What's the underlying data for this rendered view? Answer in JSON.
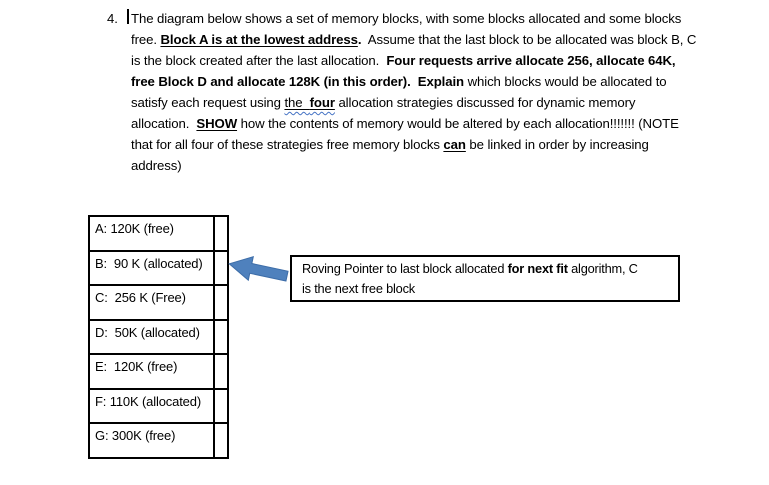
{
  "colors": {
    "background": "#ffffff",
    "text": "#000000",
    "border": "#000000",
    "arrow_fill": "#4F81BD",
    "arrow_stroke": "#3d6da8",
    "squiggle": "#4472C4"
  },
  "question": {
    "number": "4.",
    "lines": [
      {
        "segments": [
          {
            "t": "The diagram below shows a set of memory blocks, with some blocks allocated and some blocks"
          }
        ]
      },
      {
        "segments": [
          {
            "t": "free. "
          },
          {
            "t": "Block A is at the lowest address",
            "b": 1,
            "u": 1
          },
          {
            "t": ".",
            "b": 1
          },
          {
            "t": "  Assume that the last block to be allocated was block B, C"
          }
        ]
      },
      {
        "segments": [
          {
            "t": "is the block created after the last allocation.  "
          },
          {
            "t": "Four requests arrive allocate 256, allocate 64K,",
            "b": 1
          }
        ]
      },
      {
        "segments": [
          {
            "t": "free Block D and allocate 128K (in this order).",
            "b": 1
          },
          {
            "t": "  "
          },
          {
            "t": "Explain",
            "b": 1
          },
          {
            "t": " which blocks would be allocated to"
          }
        ]
      },
      {
        "segments": [
          {
            "t": "satisfy each request using "
          },
          {
            "t": "the  ",
            "u": 1,
            "w": 1
          },
          {
            "t": "four",
            "b": 1,
            "u": 1,
            "w": 1
          },
          {
            "t": " allocation strategies discussed for dynamic memory"
          }
        ]
      },
      {
        "segments": [
          {
            "t": "allocation.  "
          },
          {
            "t": "SHOW",
            "b": 1,
            "u": 1
          },
          {
            "t": " how the contents of memory would be altered by each allocation!!!!!!! (NOTE"
          }
        ]
      },
      {
        "segments": [
          {
            "t": "that for all four of these strategies free memory blocks "
          },
          {
            "t": "can",
            "b": 1,
            "u": 1
          },
          {
            "t": " be linked in order by increasing"
          }
        ]
      },
      {
        "segments": [
          {
            "t": "address)"
          }
        ]
      }
    ]
  },
  "memory_table": {
    "rows": [
      {
        "label": "A: 120K (free)"
      },
      {
        "label": "B:  90 K (allocated)"
      },
      {
        "label": "C:  256 K (Free)"
      },
      {
        "label": "D:  50K (allocated)"
      },
      {
        "label": "E:  120K (free)"
      },
      {
        "label": "F: 110K (allocated)"
      },
      {
        "label": "G: 300K (free)"
      }
    ]
  },
  "arrow": {
    "icon": "left-block-arrow",
    "points_to": "B:  90 K (allocated)"
  },
  "callout": {
    "lines": [
      {
        "segments": [
          {
            "t": "Roving Pointer to last block allocated "
          },
          {
            "t": "for next fit",
            "b": 1
          },
          {
            "t": " algorithm, C"
          }
        ]
      },
      {
        "segments": [
          {
            "t": "is the next free block"
          }
        ]
      }
    ]
  }
}
